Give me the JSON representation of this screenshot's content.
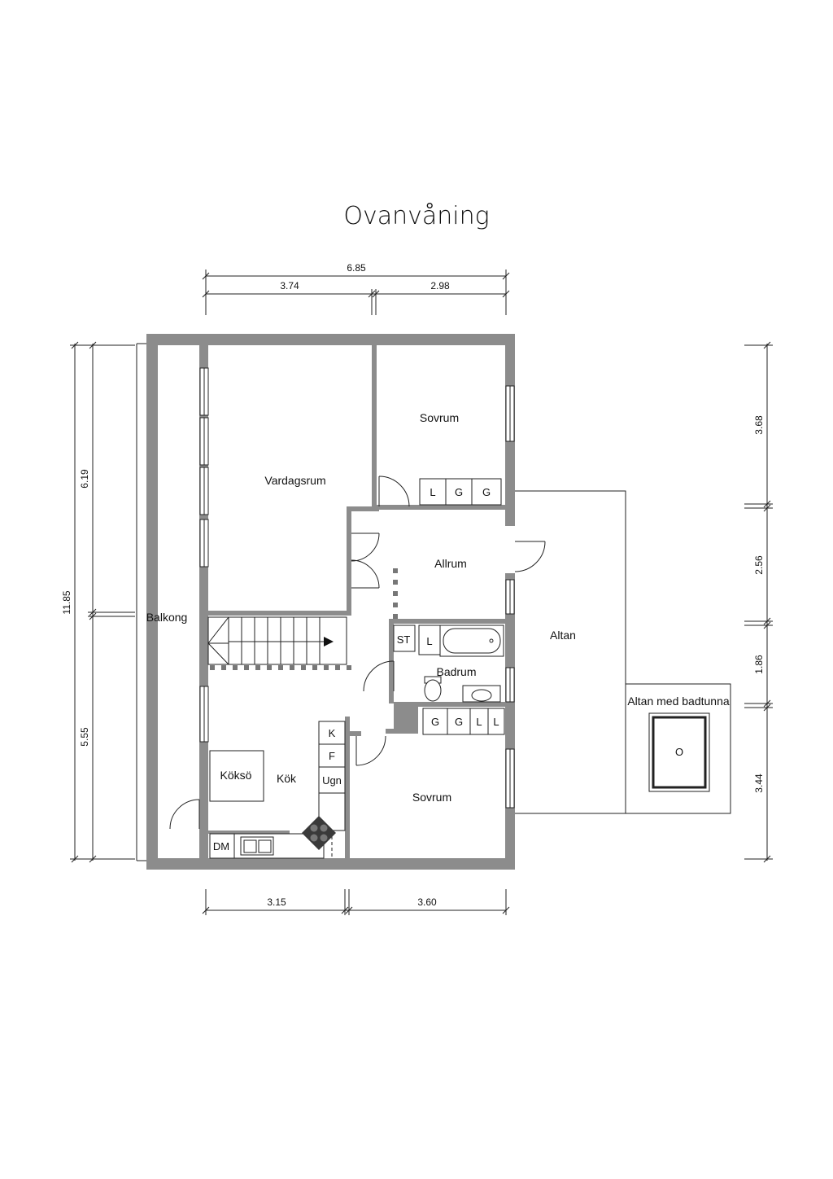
{
  "title": "Ovanvåning",
  "colors": {
    "wall": "#8c8c8c",
    "line": "#222222",
    "stove": "#3a3a3a"
  },
  "rooms": {
    "vardagsrum": "Vardagsrum",
    "sovrum_top": "Sovrum",
    "allrum": "Allrum",
    "balkong": "Balkong",
    "altan": "Altan",
    "badrum": "Badrum",
    "kok": "Kök",
    "koksö": "Köksö",
    "sovrum_bottom": "Sovrum",
    "altan_badtunna": "Altan med badtunna"
  },
  "fixtures": {
    "wardrobe_top": [
      "L",
      "G",
      "G"
    ],
    "wardrobe_bottom": [
      "G",
      "G",
      "L",
      "L"
    ],
    "st": "ST",
    "bath_l": "L",
    "kitchen_column": [
      "K",
      "F",
      "Ugn"
    ],
    "dm": "DM",
    "tub": "O"
  },
  "dimensions": {
    "top_total": "6.85",
    "top_left": "3.74",
    "top_right": "2.98",
    "bottom_left": "3.15",
    "bottom_right": "3.60",
    "left_total": "11.85",
    "left_upper": "6.19",
    "left_lower": "5.55",
    "right_1": "3.68",
    "right_2": "2.56",
    "right_3": "1.86",
    "right_4": "3.44"
  }
}
